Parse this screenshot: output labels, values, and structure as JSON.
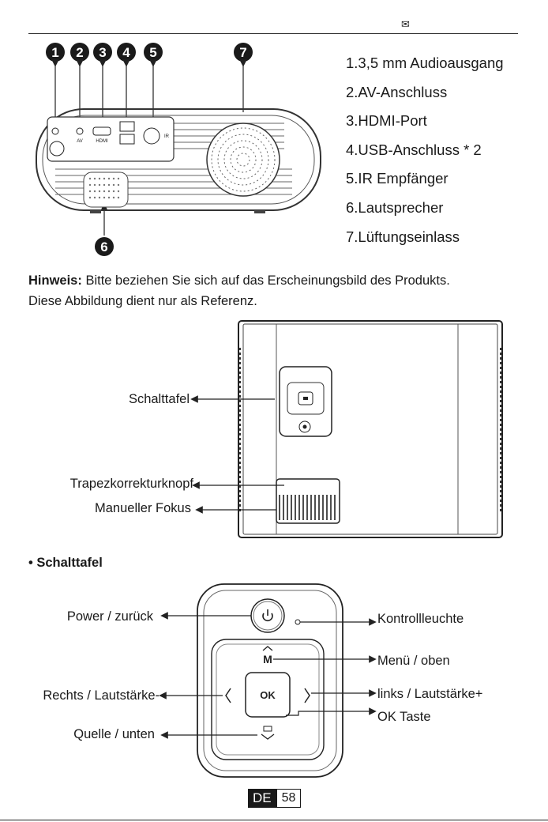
{
  "header": {
    "mail_glyph": "✉"
  },
  "back_panel": {
    "numbers": [
      "1",
      "2",
      "3",
      "4",
      "5",
      "7",
      "6"
    ],
    "port_labels": {
      "av": "AV",
      "hdmi": "HDMI",
      "ir": "IR"
    },
    "legend": [
      "1.3,5 mm Audioausgang",
      "2.AV-Anschluss",
      "3.HDMI-Port",
      "4.USB-Anschluss * 2",
      "5.IR Empfänger",
      "6.Lautsprecher",
      "7.Lüftungseinlass"
    ]
  },
  "note": {
    "bold": "Hinweis:",
    "text1": " Bitte beziehen Sie sich auf das Erscheinungsbild des Produkts.",
    "text2": "Diese Abbildung dient nur als Referenz."
  },
  "side_view": {
    "labels": [
      "Schalttafel",
      "Trapezkorrekturknopf",
      "Manueller Fokus"
    ]
  },
  "control_panel": {
    "title": "Schalttafel",
    "bullet": "•",
    "ok_text": "OK",
    "menu_letter": "M",
    "left_labels": [
      "Power / zurück",
      "Rechts / Lautstärke-",
      "Quelle / unten"
    ],
    "right_labels": [
      "Kontrollleuchte",
      "Menü / oben",
      "links / Lautstärke+",
      "OK Taste"
    ]
  },
  "footer": {
    "lang": "DE",
    "page": "58"
  }
}
